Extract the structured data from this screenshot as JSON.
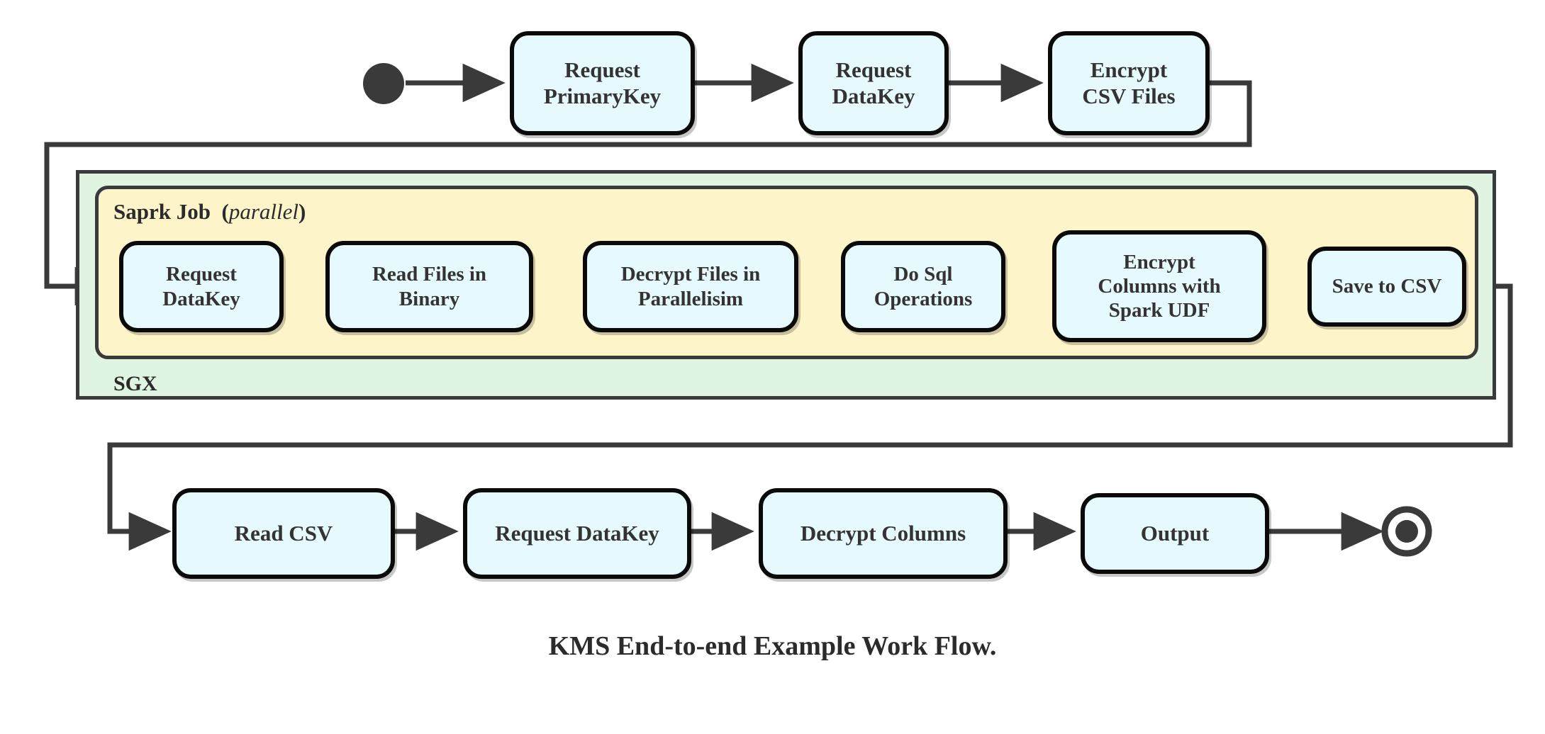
{
  "diagram": {
    "caption": "KMS End-to-end Example Work Flow.",
    "colors": {
      "node_fill": "#e6fafd",
      "node_border": "#0a0a0a",
      "sgx_fill": "#dff5e1",
      "spark_fill": "#fdf5c9",
      "region_border": "#3a3a3a",
      "text": "#333333",
      "arrow": "#3a3a3a"
    },
    "terminals": {
      "start": {
        "name": "start-node",
        "type": "filled-circle"
      },
      "end": {
        "name": "end-node",
        "type": "ring-with-filled-center"
      }
    },
    "regions": {
      "sgx": {
        "label": "SGX",
        "label_position": "bottom-left"
      },
      "spark": {
        "label": "Saprk Job",
        "qualifier": "(parallel)",
        "qualifier_italic": "parallel",
        "label_position": "top-left"
      }
    },
    "rows": {
      "top": {
        "name": "top-flow-row",
        "nodes": [
          {
            "id": "request-primarykey",
            "lines": [
              "Request",
              "PrimaryKey"
            ]
          },
          {
            "id": "request-datakey-top",
            "lines": [
              "Request",
              "DataKey"
            ]
          },
          {
            "id": "encrypt-csv-files",
            "lines": [
              "Encrypt",
              "CSV Files"
            ]
          }
        ]
      },
      "middle": {
        "name": "spark-job-row",
        "nodes": [
          {
            "id": "request-datakey-spark",
            "lines": [
              "Request",
              "DataKey"
            ]
          },
          {
            "id": "read-files-in-binary",
            "lines": [
              "Read Files in",
              "Binary"
            ]
          },
          {
            "id": "decrypt-files-in-parallelisim",
            "lines": [
              "Decrypt Files in",
              "Parallelisim"
            ]
          },
          {
            "id": "do-sql-operations",
            "lines": [
              "Do Sql",
              "Operations"
            ]
          },
          {
            "id": "encrypt-columns-with-spark-udf",
            "lines": [
              "Encrypt",
              "Columns with",
              "Spark UDF"
            ]
          },
          {
            "id": "save-to-csv",
            "lines": [
              "Save to CSV"
            ]
          }
        ]
      },
      "bottom": {
        "name": "output-flow-row",
        "nodes": [
          {
            "id": "read-csv",
            "lines": [
              "Read CSV"
            ]
          },
          {
            "id": "request-datakey-bottom",
            "lines": [
              "Request DataKey"
            ]
          },
          {
            "id": "decrypt-columns",
            "lines": [
              "Decrypt Columns"
            ]
          },
          {
            "id": "output",
            "lines": [
              "Output"
            ]
          }
        ]
      }
    },
    "flow_sequence": [
      "start",
      "Request PrimaryKey",
      "Request DataKey",
      "Encrypt CSV Files",
      "Request DataKey",
      "Read Files in Binary",
      "Decrypt Files in Parallelisim",
      "Do Sql Operations",
      "Encrypt Columns with Spark UDF",
      "Save to CSV",
      "Read CSV",
      "Request DataKey",
      "Decrypt Columns",
      "Output",
      "end"
    ]
  }
}
